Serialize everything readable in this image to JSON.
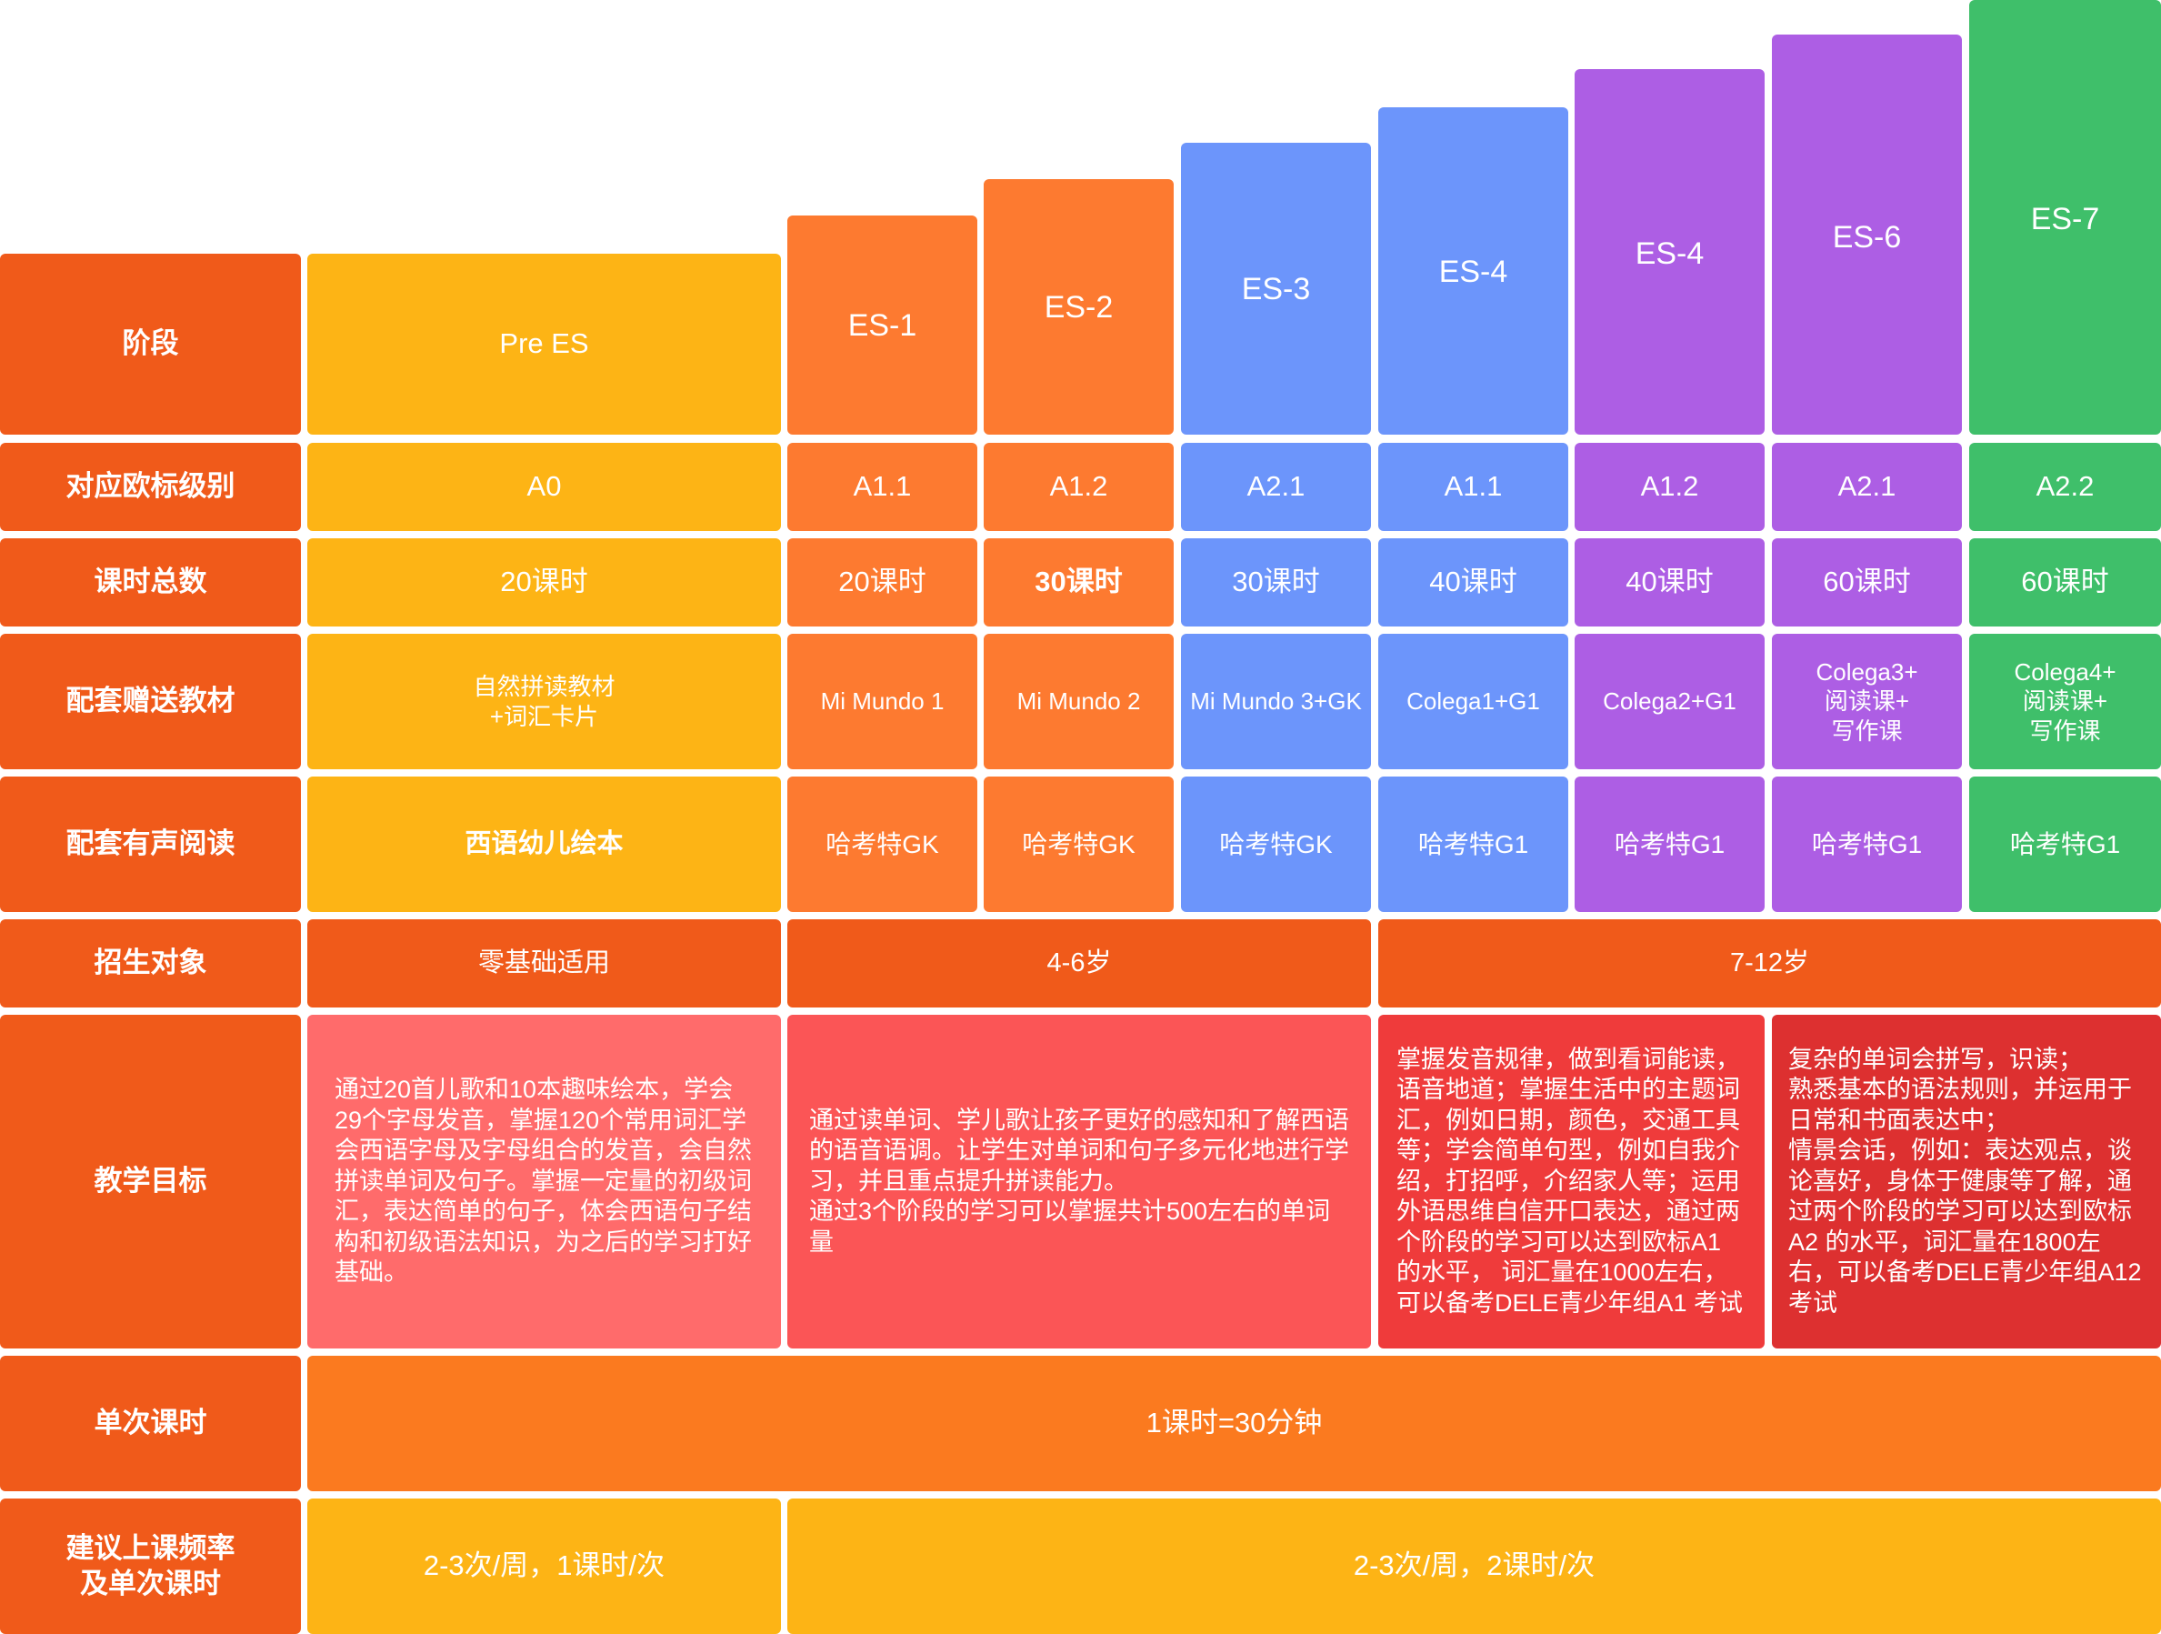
{
  "row_headers": {
    "stage": "阶段",
    "cefr": "对应欧标级别",
    "hours": "课时总数",
    "materials": "配套赠送教材",
    "audio_reading": "配套有声阅读",
    "target": "招生对象",
    "goals": "教学目标",
    "session": "单次课时",
    "frequency": "建议上课频率\n及单次课时"
  },
  "columns": [
    {
      "stage": "Pre ES",
      "cefr": "A0",
      "hours": "20课时",
      "materials": "自然拼读教材\n+词汇卡片",
      "audio": "西语幼儿绘本",
      "color": "#fdb415"
    },
    {
      "stage": "ES-1",
      "cefr": "A1.1",
      "hours": "20课时",
      "materials": "Mi Mundo 1",
      "audio": "哈考特GK",
      "color": "#fd7a30"
    },
    {
      "stage": "ES-2",
      "cefr": "A1.2",
      "hours": "30课时",
      "materials": "Mi Mundo 2",
      "audio": "哈考特GK",
      "color": "#fd7a30"
    },
    {
      "stage": "ES-3",
      "cefr": "A2.1",
      "hours": "30课时",
      "materials": "Mi Mundo 3+GK",
      "audio": "哈考特GK",
      "color": "#6c95fb"
    },
    {
      "stage": "ES-4",
      "cefr": "A1.1",
      "hours": "40课时",
      "materials": "Colega1+G1",
      "audio": "哈考特G1",
      "color": "#6c95fb"
    },
    {
      "stage": "ES-4",
      "cefr": "A1.2",
      "hours": "40课时",
      "materials": "Colega2+G1",
      "audio": "哈考特G1",
      "color": "#ad5ee4"
    },
    {
      "stage": "ES-6",
      "cefr": "A2.1",
      "hours": "60课时",
      "materials": "Colega3+\n阅读课+\n写作课",
      "audio": "哈考特G1",
      "color": "#ad5ee4"
    },
    {
      "stage": "ES-7",
      "cefr": "A2.2",
      "hours": "60课时",
      "materials": "Colega4+\n阅读课+\n写作课",
      "audio": "哈考特G1",
      "color": "#3fbf6a"
    }
  ],
  "target": [
    "零基础适用",
    "4-6岁",
    "7-12岁"
  ],
  "goals": [
    "通过20首儿歌和10本趣味绘本，学会29个字母发音，掌握120个常用词汇学会西语字母及字母组合的发音，会自然拼读单词及句子。掌握一定量的初级词汇，表达简单的句子，体会西语句子结构和初级语法知识，为之后的学习打好基础。",
    "通过读单词、学儿歌让孩子更好的感知和了解西语的语音语调。让学生对单词和句子多元化地进行学习，并且重点提升拼读能力。\n通过3个阶段的学习可以掌握共计500左右的单词量",
    "掌握发音规律，做到看词能读，语音地道；掌握生活中的主题词汇，例如日期，颜色，交通工具等；学会简单句型，例如自我介绍，打招呼，介绍家人等；运用外语思维自信开口表达，通过两个阶段的学习可以达到欧标A1 的水平， 词汇量在1000左右，可以备考DELE青少年组A1 考试",
    "复杂的单词会拼写，识读；\n熟悉基本的语法规则，并运用于日常和书面表达中；\n情景会话，例如：表达观点，谈论喜好，身体于健康等了解，通过两个阶段的学习可以达到欧标A2 的水平，词汇量在1800左右，可以备考DELE青少年组A12考试"
  ],
  "session": "1课时=30分钟",
  "frequency": [
    "2-3次/周，1课时/次",
    "2-3次/周，2课时/次"
  ],
  "colors": {
    "header": "#f05a1a",
    "target_row": "#f05a1a",
    "goal_pre": "#ff6b6b",
    "goal_es1_3": "#fb5556",
    "goal_es4_5": "#ef3b3b",
    "goal_es6_7": "#dd3030",
    "session_row": "#fb7a1f",
    "frequency_row": "#fdb415"
  }
}
